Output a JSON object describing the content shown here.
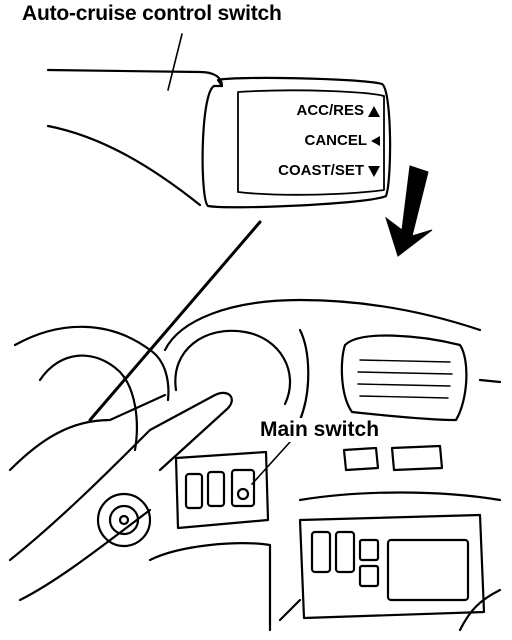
{
  "labels": {
    "title": "Auto-cruise control switch",
    "main_switch": "Main switch"
  },
  "control_switch": {
    "acc_res": "ACC/RES",
    "cancel": "CANCEL",
    "coast_set": "COAST/SET"
  },
  "icons": {
    "acc_res": "triangle-up-icon",
    "cancel": "triangle-left-icon",
    "coast_set": "triangle-down-icon",
    "direction": "arrow-down-left-icon"
  },
  "colors": {
    "ink": "#000000",
    "paper": "#ffffff"
  }
}
